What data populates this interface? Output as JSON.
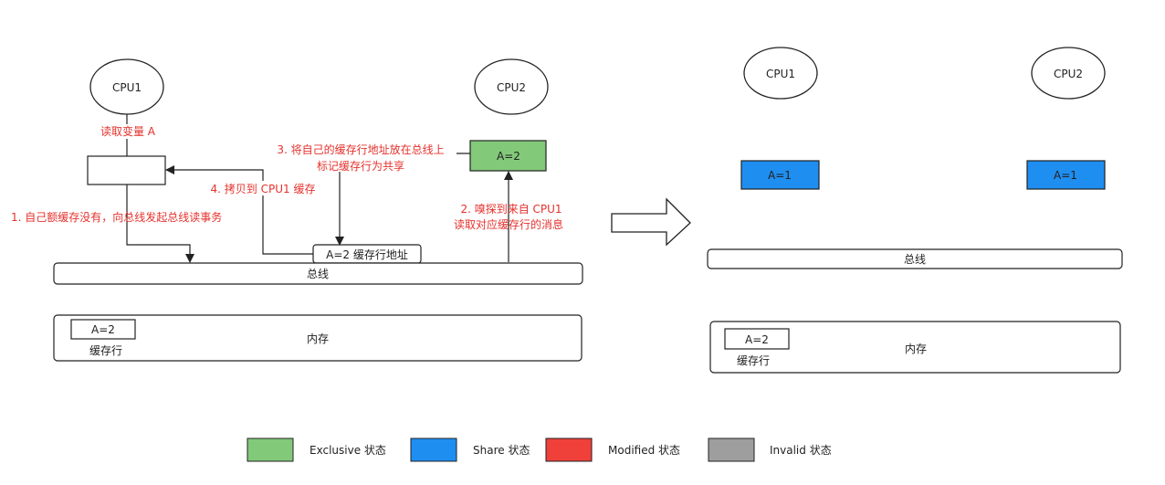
{
  "left": {
    "cpu1": "CPU1",
    "cpu2": "CPU2",
    "cpu2_cache": "A=2",
    "step1": "1. 自己额缓存没有，向总线发起总线读事务",
    "step2_line1": "2. 嗅探到来自 CPU1",
    "step2_line2": "读取对应缓存行的消息",
    "step3_line1": "3. 将自己的缓存行地址放在总线上",
    "step3_line2": "标记缓存行为共享",
    "step4": "4. 拷贝到 CPU1 缓存",
    "read_var": "读取变量 A",
    "bus_addr": "A=2 缓存行地址",
    "bus": "总线",
    "memory": "内存",
    "mem_cache": "A=2",
    "mem_cache_label": "缓存行"
  },
  "right": {
    "cpu1": "CPU1",
    "cpu2": "CPU2",
    "cpu1_cache": "A=1",
    "cpu2_cache": "A=1",
    "bus": "总线",
    "memory": "内存",
    "mem_cache": "A=2",
    "mem_cache_label": "缓存行"
  },
  "colors": {
    "exclusive": "#82c97a",
    "share": "#1f8ef1",
    "modified": "#f0403a",
    "invalid": "#9e9e9e",
    "red_text": "#e5322d"
  },
  "legend": [
    {
      "label": "Exclusive 状态",
      "color": "#82c97a"
    },
    {
      "label": "Share 状态",
      "color": "#1f8ef1"
    },
    {
      "label": "Modified 状态",
      "color": "#f0403a"
    },
    {
      "label": "Invalid 状态",
      "color": "#9e9e9e"
    }
  ]
}
